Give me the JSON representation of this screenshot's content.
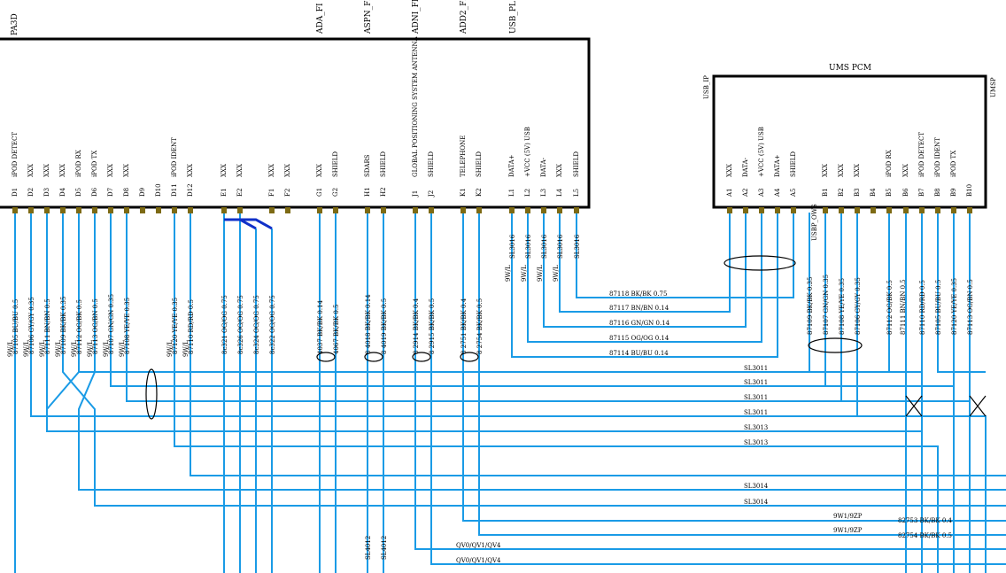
{
  "title": "Wiring schematic",
  "left_connector": {
    "name": "PA3D",
    "headers": [
      "ADA_FI",
      "ASPN_FI",
      "ADNI_FI",
      "ADD2_FI",
      "USB_PL"
    ],
    "pin_ids": [
      "D1",
      "D2",
      "D3",
      "D4",
      "D5",
      "D6",
      "D7",
      "D8",
      "D9",
      "D10",
      "D11",
      "D12",
      "E1",
      "E2",
      "F1",
      "F2",
      "G1",
      "G2",
      "H1",
      "H2",
      "J1",
      "J2",
      "K1",
      "K2",
      "L1",
      "L2",
      "L3",
      "L4",
      "L5"
    ],
    "pin_labels": [
      "iPOD DETECT",
      "XXX",
      "XXX",
      "XXX",
      "iPOD RX",
      "iPOD TX",
      "XXX",
      "XXX",
      "",
      "",
      "iPOD IDENT",
      "XXX",
      "XXX",
      "XXX",
      "XXX",
      "XXX",
      "XXX",
      "SHIELD",
      "SDARS",
      "SHIELD",
      "GLOBAL POSITIONING SYSTEM ANTENNA",
      "SHIELD",
      "TELEPHONE",
      "SHIELD",
      "DATA+",
      "+VCC (5V) USB",
      "DATA-",
      "XXX",
      "SHIELD"
    ]
  },
  "right_connector": {
    "name": "UMS PCM",
    "side_left": "USB_IP",
    "side_right": "UMSP",
    "pin_ids": [
      "A1",
      "A2",
      "A3",
      "A4",
      "A5",
      "B1",
      "B2",
      "B3",
      "B4",
      "B5",
      "B6",
      "B7",
      "B8",
      "B9",
      "B10"
    ],
    "pin_labels": [
      "XXX",
      "DATA-",
      "+VCC (5V) USB",
      "DATA+",
      "SHIELD",
      "XXX",
      "XXX",
      "XXX",
      "",
      "iPOD RX",
      "XXX",
      "iPOD DETECT",
      "iPOD IDENT",
      "iPOD TX",
      ""
    ],
    "wire_note": "USBP_OWS"
  },
  "left_wires": [
    "87105 BU/BU 0.5",
    "87106 GY/GY 0.35",
    "87111 BN/BN 0.5",
    "87109 BK/BK 0.35",
    "87112 OG/BK 0.5",
    "87113 OG/BN 0.5",
    "87107 GN/GN 0.35",
    "87108 YE/YE 0.35",
    "87120 YE/YE 0.35",
    "87110 RD/RD 0.5",
    "8c321 OG/OG 0.75",
    "8c326 OG/OG 0.75",
    "8c324 OG/OG 0.75",
    "8c322 OG/OG 0.75",
    "4037 BK/BK 0.14",
    "4067 BK/BK 0.5",
    "8 4018 BK/BK 0.14",
    "8 4019 BK/BK 0.5",
    "8 2914 BK/BK 0.4",
    "8 2915 BK/BK 0.5",
    "8 2751 BK/BK 0.4",
    "8 2754 BK/BK 0.5"
  ],
  "right_wires": [
    "87109 BK/BK 0.35",
    "87107 GN/GN 0.35",
    "87108 YE/YE 0.35",
    "87106 GY/GY 0.35",
    "87112 OG/BK 0.5",
    "87111 BN/BN 0.5",
    "87110 RD/RD 0.5",
    "87105 BU/BU 0.5",
    "87120 YE/YE 0.35",
    "87113 OG/BN 0.5"
  ],
  "usb_wires": [
    "87118 BK/BK 0.75",
    "87117 BN/BN 0.14",
    "87116 GN/GN 0.14",
    "87115 OG/OG 0.14",
    "87114 BU/BU 0.14"
  ],
  "splice_labels": [
    "SL3016",
    "SL3016",
    "SL3016",
    "SL3016",
    "SL3016"
  ],
  "bus_labels": [
    "SL3011",
    "SL3011",
    "SL3011",
    "SL3011",
    "SL3013",
    "SL3013",
    "SL3014",
    "SL3014"
  ],
  "ground_label": "9W/L",
  "bottom_right": [
    "9W1/9ZP",
    "9W1/9ZP",
    "82753 BK/BK 0.4",
    "82754 BK/BK 0.5"
  ],
  "bottom_left": [
    "QV0/QV1/QV4",
    "QV0/QV1/QV4"
  ],
  "bottom_splices": [
    "SL4012",
    "SL4012"
  ]
}
